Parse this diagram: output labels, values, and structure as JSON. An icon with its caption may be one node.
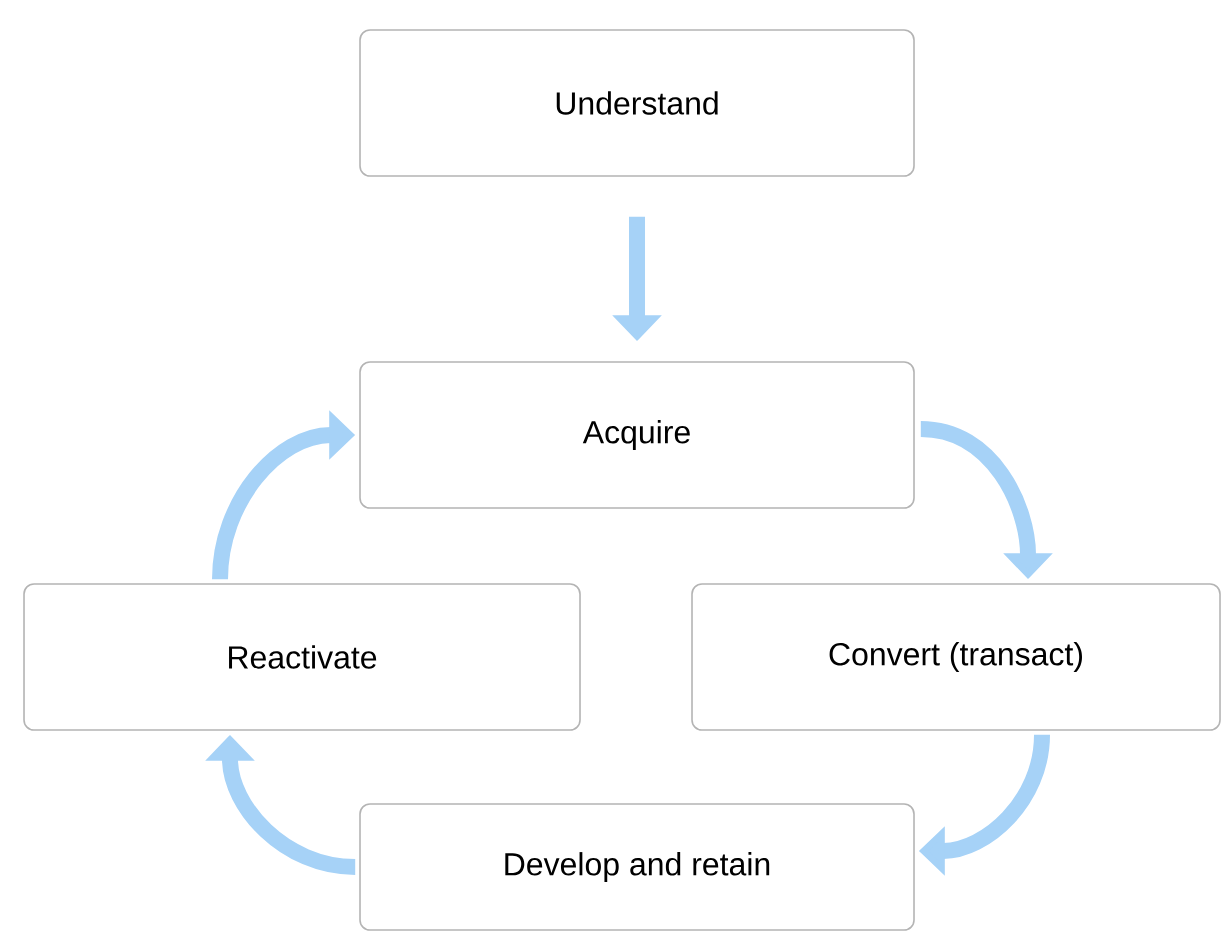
{
  "diagram": {
    "nodes": [
      {
        "text": [
          "Understand"
        ]
      },
      {
        "text": [
          "Acquire"
        ]
      },
      {
        "text": [
          "Reactivate"
        ]
      },
      {
        "text": [
          "Convert (transact)"
        ]
      },
      {
        "text": [
          "Develop and retain"
        ]
      }
    ],
    "edges": [
      {
        "from": 0,
        "to": 1,
        "arrow": "to"
      },
      {
        "from": 1,
        "to": 3,
        "arrow": "to"
      },
      {
        "from": 3,
        "to": 4,
        "arrow": "to"
      },
      {
        "from": 4,
        "to": 2,
        "arrow": "to"
      },
      {
        "from": 2,
        "to": 1,
        "arrow": "to"
      }
    ]
  }
}
